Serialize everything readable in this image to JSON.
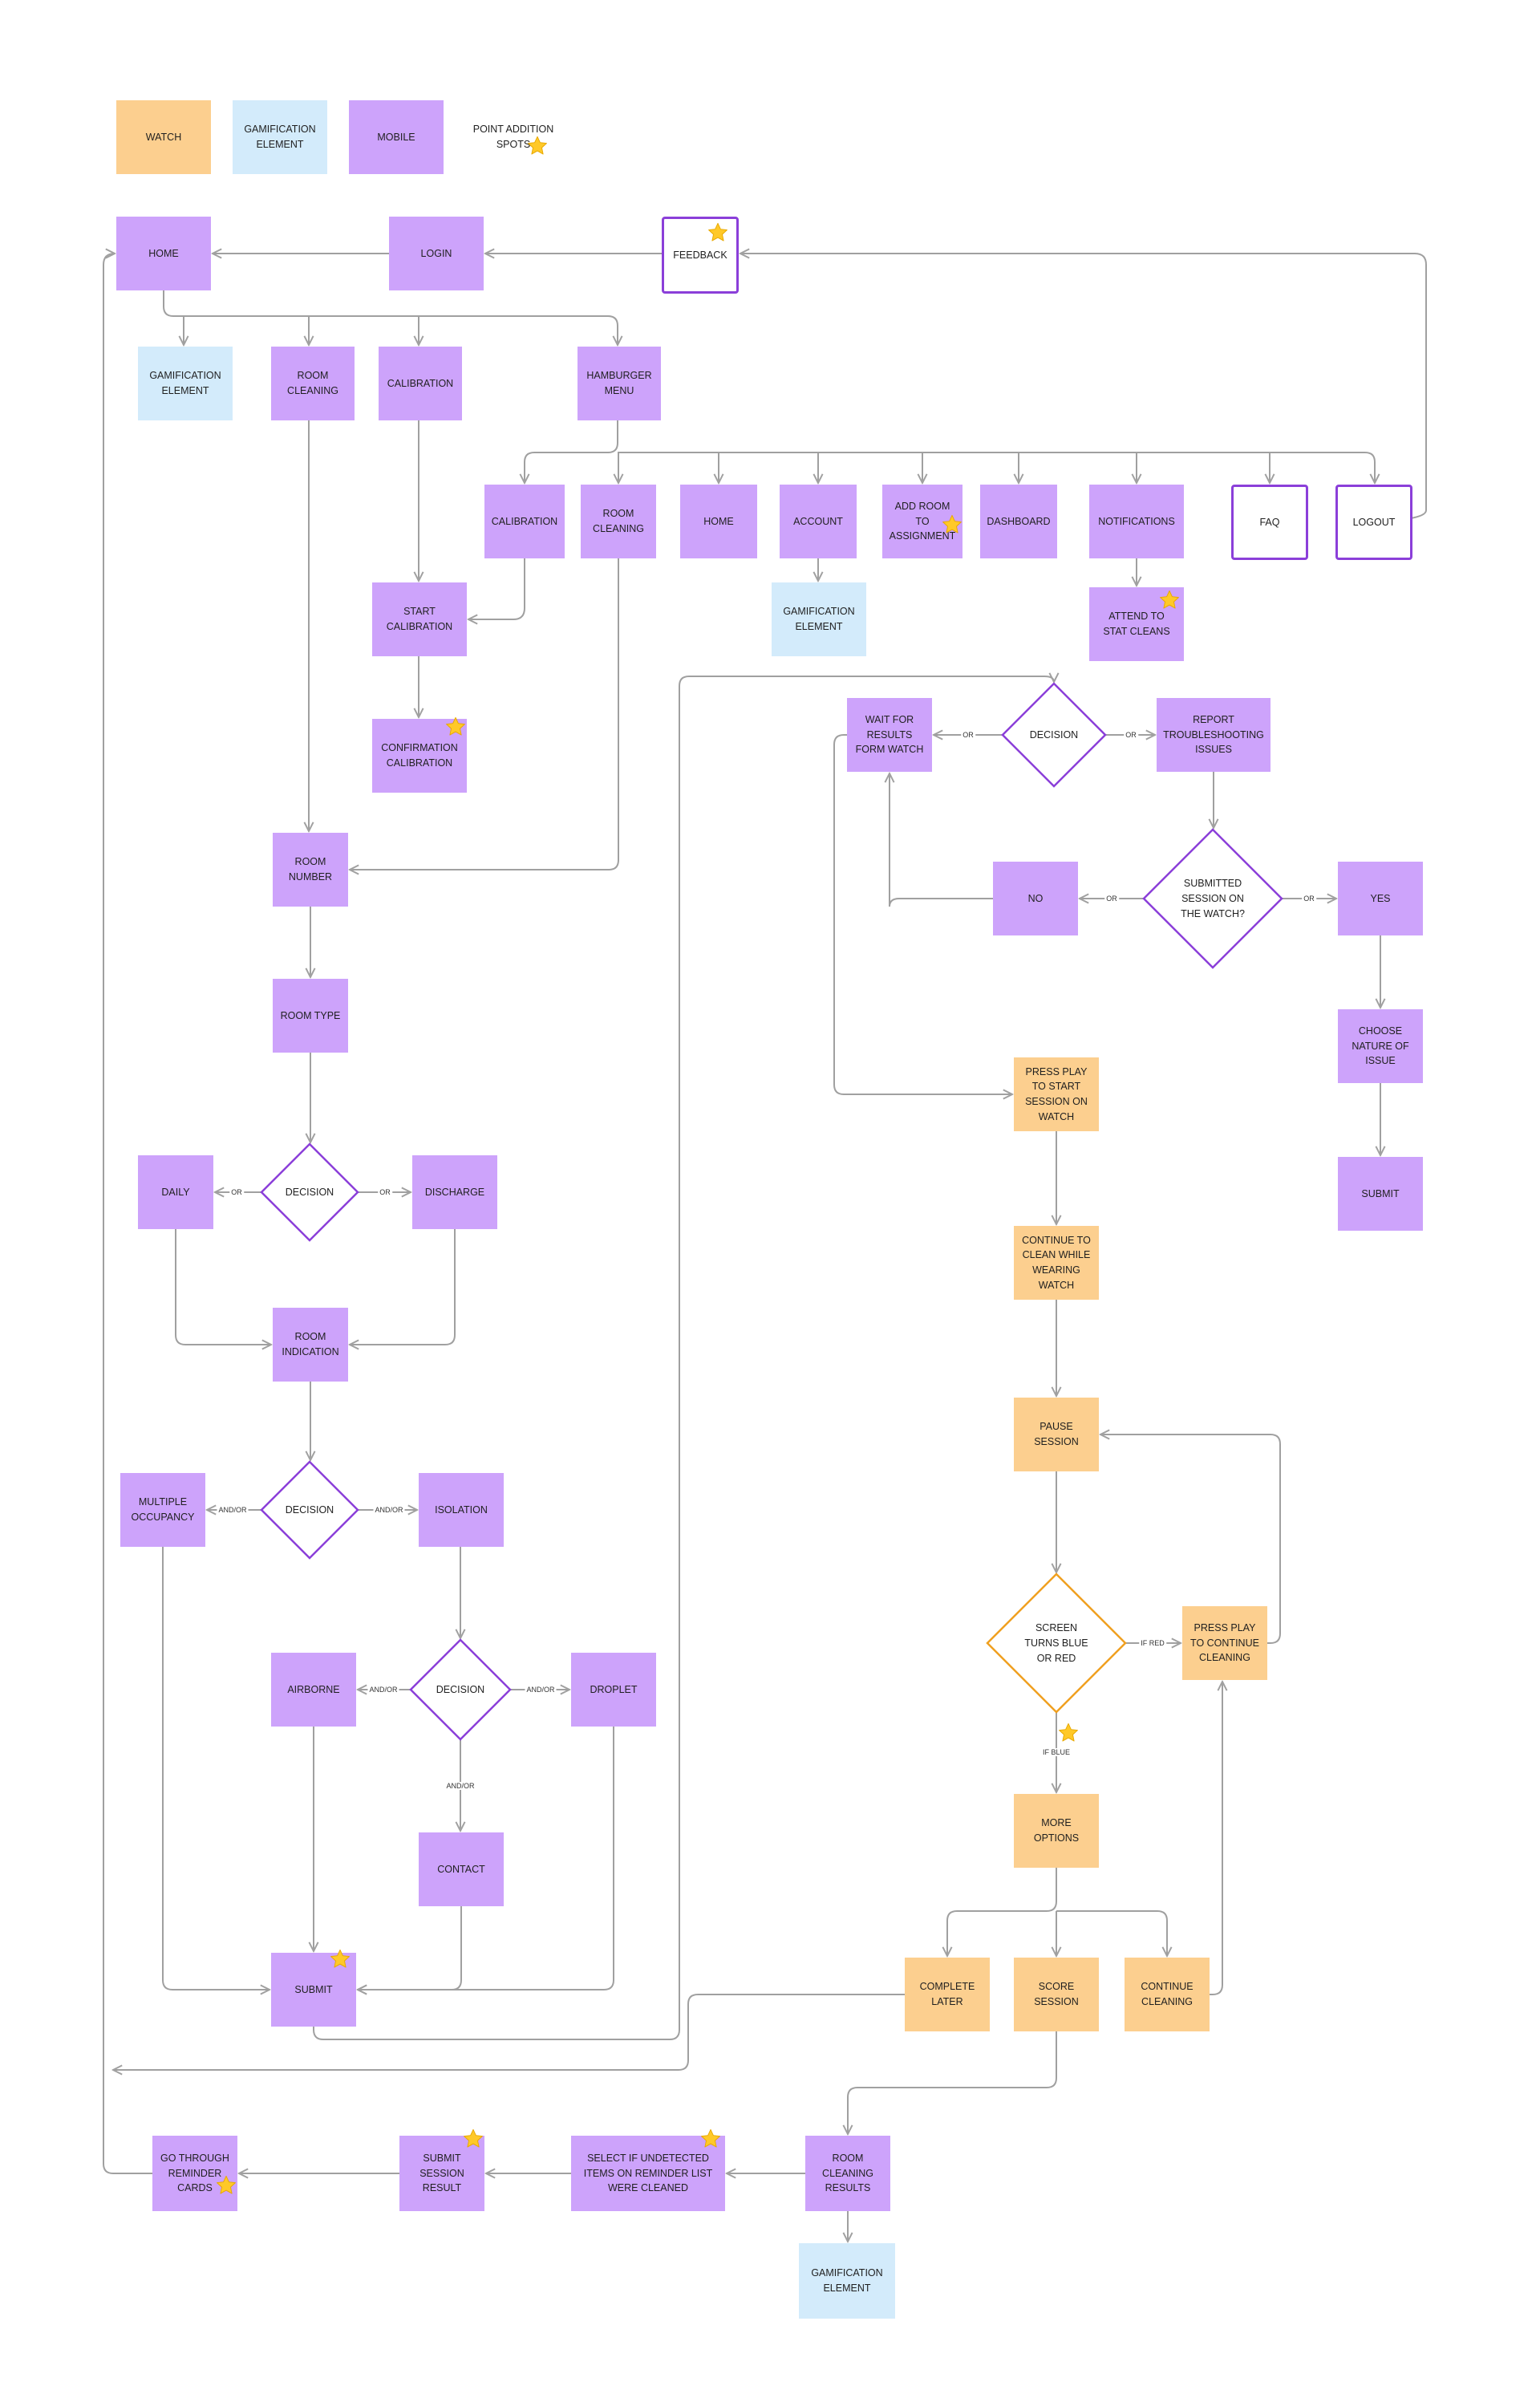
{
  "legend": {
    "watch": "WATCH",
    "gamification": "GAMIFICATION\nELEMENT",
    "mobile": "MOBILE",
    "points": "POINT ADDITION\nSPOTS"
  },
  "colors": {
    "mobile": "#cda3fb",
    "watch": "#fccf8f",
    "gamification": "#d3ebfb",
    "outline": "#8b3fd9",
    "watch_outline": "#f0a020",
    "star": "#ffc928",
    "connector": "#a0a0a0"
  },
  "nodes": {
    "home": "HOME",
    "login": "LOGIN",
    "feedback": "FEEDBACK",
    "gam1": "GAMIFICATION\nELEMENT",
    "room_cleaning": "ROOM\nCLEANING",
    "calibration": "CALIBRATION",
    "hamburger": "HAMBURGER\nMENU",
    "m_calibration": "CALIBRATION",
    "m_room_cleaning": "ROOM\nCLEANING",
    "m_home": "HOME",
    "m_account": "ACCOUNT",
    "m_add_room": "ADD ROOM\nTO\nASSIGNMENT",
    "m_dashboard": "DASHBOARD",
    "m_notifications": "NOTIFICATIONS",
    "m_faq": "FAQ",
    "m_logout": "LOGOUT",
    "gam2": "GAMIFICATION\nELEMENT",
    "attend": "ATTEND TO\nSTAT CLEANS",
    "start_calibration": "START\nCALIBRATION",
    "confirm_calibration": "CONFIRMATION\nCALIBRATION",
    "room_number": "ROOM\nNUMBER",
    "room_type": "ROOM TYPE",
    "decision1": "DECISION",
    "daily": "DAILY",
    "discharge": "DISCHARGE",
    "room_indication": "ROOM\nINDICATION",
    "decision2": "DECISION",
    "multiple": "MULTIPLE\nOCCUPANCY",
    "isolation": "ISOLATION",
    "decision3": "DECISION",
    "airborne": "AIRBORNE",
    "droplet": "DROPLET",
    "contact": "CONTACT",
    "submit1": "SUBMIT",
    "wait": "WAIT FOR\nRESULTS\nFORM WATCH",
    "decision4": "DECISION",
    "report": "REPORT\nTROUBLESHOOTING\nISSUES",
    "no": "NO",
    "submitted_q": "SUBMITTED\nSESSION ON\nTHE WATCH?",
    "yes": "YES",
    "choose": "CHOOSE\nNATURE OF\nISSUE",
    "submit2": "SUBMIT",
    "press_play": "PRESS PLAY\nTO START\nSESSION ON\nWATCH",
    "continue_clean": "CONTINUE TO\nCLEAN WHILE\nWEARING\nWATCH",
    "pause": "PAUSE\nSESSION",
    "screen_turns": "SCREEN\nTURNS BLUE\nOR RED",
    "press_continue": "PRESS PLAY\nTO CONTINUE\nCLEANING",
    "more_options": "MORE\nOPTIONS",
    "complete_later": "COMPLETE\nLATER",
    "score_session": "SCORE\nSESSION",
    "continue_cleaning": "CONTINUE\nCLEANING",
    "results": "ROOM\nCLEANING\nRESULTS",
    "gam3": "GAMIFICATION\nELEMENT",
    "select_undetected": "SELECT IF UNDETECTED\nITEMS ON REMINDER LIST\nWERE CLEANED",
    "submit_session": "SUBMIT\nSESSION\nRESULT",
    "reminder": "GO THROUGH\nREMINDER\nCARDS"
  },
  "edge_labels": {
    "or": "OR",
    "andor": "AND/OR",
    "if_red": "IF RED",
    "if_blue": "IF BLUE"
  },
  "icons": {
    "point_star": "star-icon"
  }
}
